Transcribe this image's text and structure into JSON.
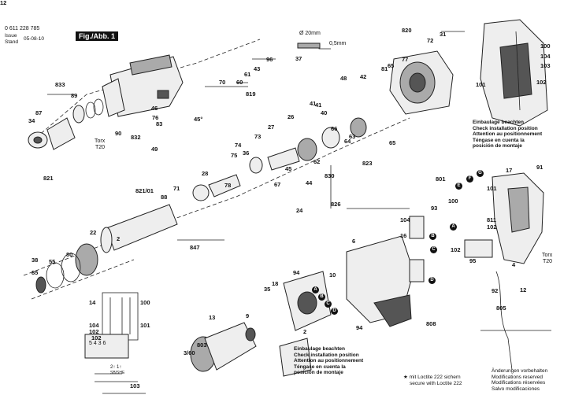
{
  "header": {
    "part_no": "0 611 228 785",
    "issue": "Issue",
    "stand": "Stand",
    "date": "05-08-10",
    "fig": "Fig./Abb. 1"
  },
  "dims": {
    "d20": "Ø 20mm",
    "d05": "0,5mm"
  },
  "notes": {
    "install_top": [
      "Einbaulage beachten",
      "Check installation position",
      "Attention au positionnement",
      "Téngase en cuenta la",
      "posición de montaje"
    ],
    "install_bottom": [
      "Einbaulage beachten",
      "Check installation position",
      "Attention au positionnement",
      "Téngase en cuenta la",
      "posición de montaje"
    ],
    "loctite": [
      "★ mit Loctite 222 sichern",
      "secure with Loctite 222"
    ],
    "changes": [
      "Änderungen vorbehalten",
      "Modifications reserved",
      "Modifications réservées",
      "Salvo modificaciones"
    ]
  },
  "torx": {
    "a": "Torx",
    "a_size": "T20",
    "b": "Torx",
    "b_size": "T20"
  },
  "switch_box": {
    "digits": "5 4 3 6",
    "sub": "2↑ 1↑",
    "sub2": "SB/SHE"
  },
  "circle_labels": [
    "A",
    "B",
    "C",
    "D",
    "A",
    "B",
    "C",
    "D",
    "E",
    "F",
    "G"
  ],
  "part_numbers": [
    "833",
    "87",
    "89",
    "34",
    "90",
    "46",
    "76",
    "45°",
    "83",
    "832",
    "49",
    "70",
    "60",
    "61",
    "43",
    "96",
    "819",
    "37",
    "820",
    "31",
    "72",
    "42",
    "81",
    "65",
    "77",
    "48",
    "41",
    "40",
    "27",
    "26",
    "73",
    "41",
    "66",
    "63",
    "823",
    "64",
    "62",
    "65",
    "75",
    "74",
    "36",
    "28",
    "78",
    "45",
    "830",
    "44",
    "24",
    "67",
    "826",
    "821",
    "821/01",
    "88",
    "71",
    "22",
    "2",
    "847",
    "80",
    "38",
    "55",
    "85",
    "100",
    "104",
    "101",
    "102",
    "103",
    "801",
    "17",
    "91",
    "93",
    "100",
    "101",
    "104",
    "16",
    "811",
    "102",
    "102",
    "95",
    "4",
    "12",
    "92",
    "805",
    "6",
    "10",
    "35",
    "18",
    "94",
    "2",
    "94",
    "808",
    "9",
    "13",
    "803",
    "3/60",
    "14",
    "100",
    "104",
    "101",
    "102",
    "102",
    "103",
    "12"
  ]
}
